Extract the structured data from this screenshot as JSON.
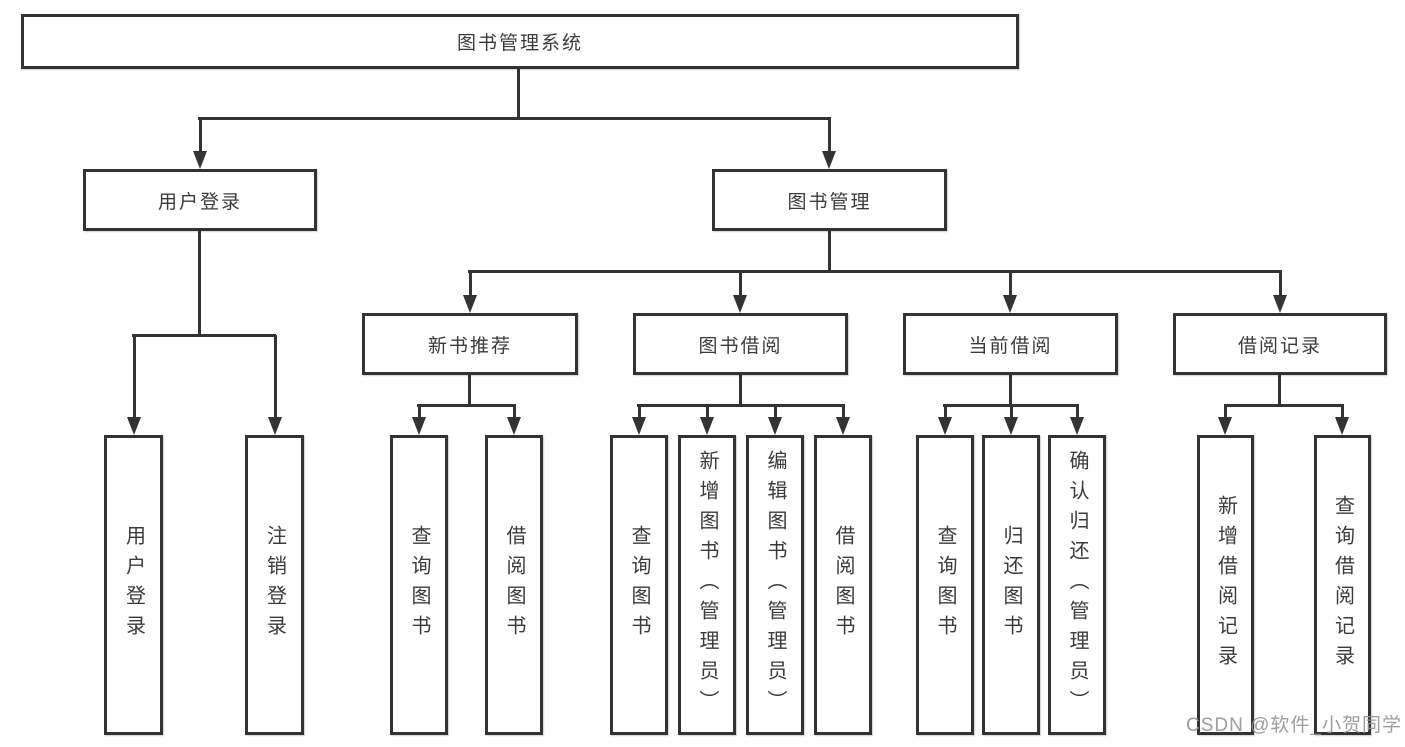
{
  "root_label": "图书管理系统",
  "level2": {
    "login": "用户登录",
    "manage": "图书管理"
  },
  "level3": {
    "recommend": "新书推荐",
    "borrow": "图书借阅",
    "current": "当前借阅",
    "records": "借阅记录"
  },
  "leaves": {
    "login": [
      "用户登录",
      "注销登录"
    ],
    "recommend": [
      "查询图书",
      "借阅图书"
    ],
    "borrow": [
      "查询图书",
      "新增图书（管理员）",
      "编辑图书（管理员）",
      "借阅图书"
    ],
    "current": [
      "查询图书",
      "归还图书",
      "确认归还（管理员）"
    ],
    "records": [
      "新增借阅记录",
      "查询借阅记录"
    ]
  },
  "watermark": "CSDN @软件_小贺同学",
  "colors": {
    "line": "#333333",
    "text": "#3b3b3b",
    "watermark": "#949494",
    "background": "#ffffff"
  }
}
